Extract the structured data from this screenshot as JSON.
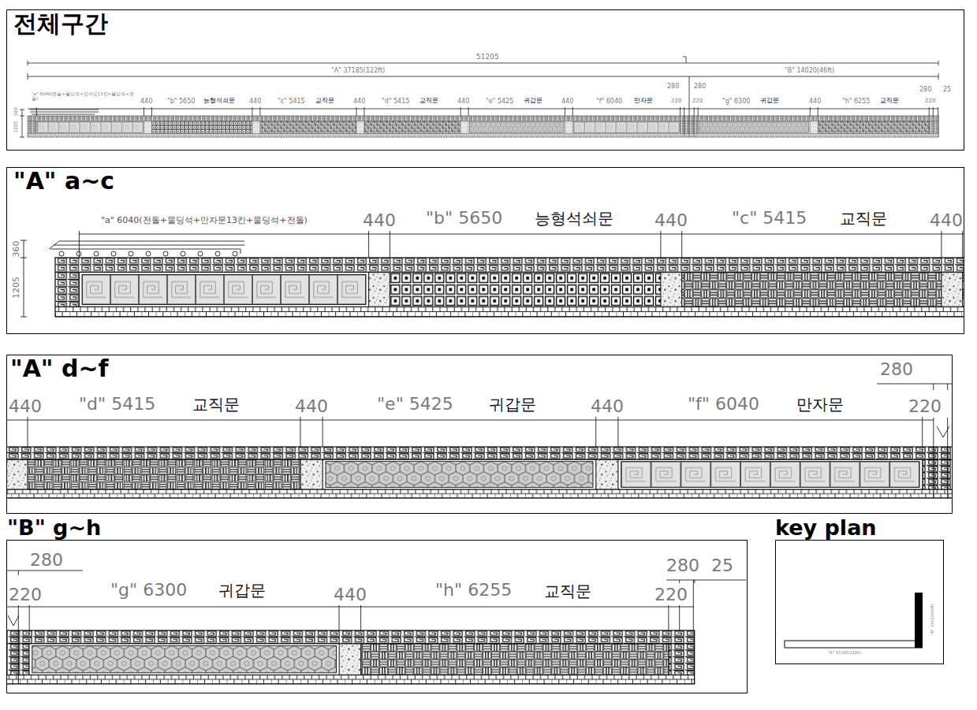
{
  "diagram": {
    "nodes": [
      {
        "text": [
          "전체구간"
        ]
      },
      {
        "text": [
          "\"A\" a~c"
        ]
      },
      {
        "text": [
          "\"A\" d~f"
        ]
      },
      {
        "text": [
          "\"B\" g~h"
        ]
      },
      {
        "text": [
          "key plan"
        ]
      }
    ],
    "labels": [
      "51205",
      "\"A\" 37185(122ft)",
      "\"B\" 14020(46ft)",
      "280",
      "280",
      "280",
      "25",
      "\"a\" 6040(전돌+물딩석+만자문13칸+물딩석+전돌)",
      "440",
      "\"b\" 5650",
      "능형석쇠문",
      "440",
      "\"c\" 5415",
      "교직문",
      "440",
      "\"d\" 5415",
      "교직문",
      "440",
      "\"e\" 5425",
      "귀갑문",
      "440",
      "\"f\" 6040",
      "만자문",
      "220",
      "220",
      "\"g\" 6300",
      "귀갑문",
      "440",
      "\"h\" 6255",
      "교직문",
      "220",
      "360",
      "1205",
      "\"a\" 6040(전돌+물딩석+만자문13칸+물딩석+전돌)",
      "440",
      "\"b\" 5650",
      "능형석쇠문",
      "440",
      "\"c\" 5415",
      "교직문",
      "440",
      "360",
      "1205",
      "440",
      "\"d\" 5415",
      "교직문",
      "440",
      "\"e\" 5425",
      "귀갑문",
      "440",
      "\"f\" 6040",
      "만자문",
      "220",
      "280",
      "280",
      "220",
      "\"g\" 6300",
      "귀갑문",
      "440",
      "\"h\" 6255",
      "교직문",
      "220",
      "280",
      "25",
      "\"A\" 37185(122ft)",
      "\"B\" 14020(46ft)"
    ]
  }
}
